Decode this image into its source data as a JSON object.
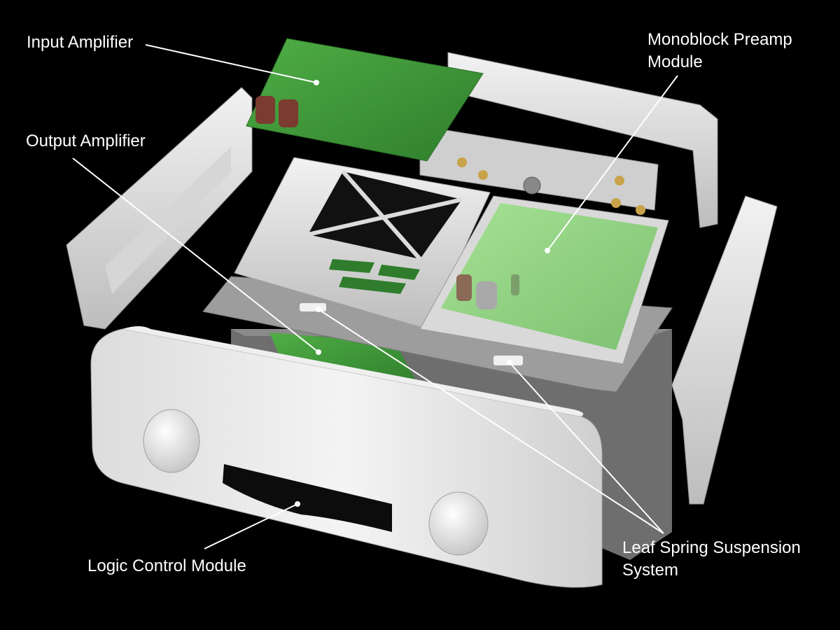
{
  "labels": {
    "input_amplifier": "Input Amplifier",
    "monoblock_line1": "Monoblock Preamp",
    "monoblock_line2": "Module",
    "output_amplifier": "Output Amplifier",
    "logic_control": "Logic Control Module",
    "leaf_line1": "Leaf Spring Suspension",
    "leaf_line2": "System"
  },
  "colors": {
    "background": "#000000",
    "chassis": "#e4e4e4",
    "circuit_board": "#3f9b3b",
    "base_plate": "#8a8a8a",
    "label_text": "#ffffff"
  }
}
